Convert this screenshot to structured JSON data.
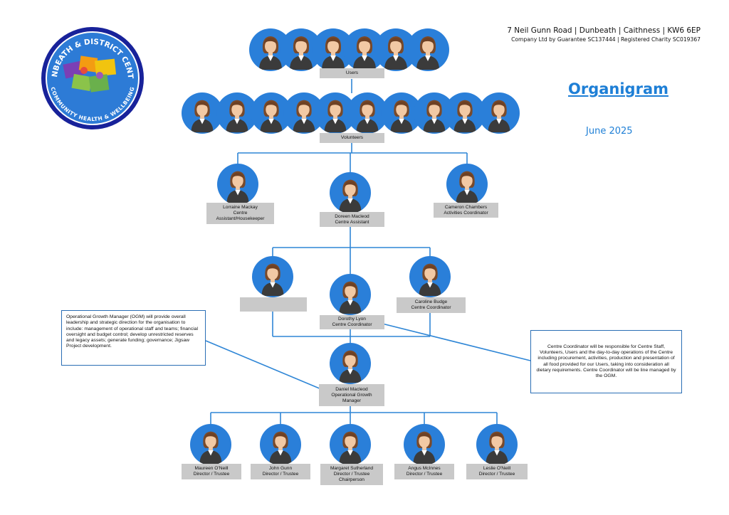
{
  "header": {
    "address": "7 Neil Gunn Road | Dunbeath | Caithness | KW6 6EP",
    "registration": "Company Ltd by Guarantee SC137444 | Registered Charity SC019367"
  },
  "logo": {
    "top_text": "DUNBEATH & DISTRICT CENTRE",
    "bottom_text": "COMMUNITY HEALTH & WELLBEING",
    "colors": [
      "#1a1a9a",
      "#2d7bd6",
      "#f39c12",
      "#8bc34a",
      "#7b3fb5",
      "#f1c40f",
      "#6ab04c"
    ]
  },
  "title": "Organigram",
  "date": "June 2025",
  "colors": {
    "accent": "#1e7fd6",
    "line": "#2f86d6",
    "label_bg": "#c9c9c9",
    "note_border": "#2a6eb5"
  },
  "groups": {
    "users": {
      "label": "Users"
    },
    "volunteers": {
      "label": "Volunteers"
    }
  },
  "staff": {
    "lorraine": {
      "name": "Lorraine Mackay",
      "role_line1": "Centre",
      "role_line2": "Assistant/Housekeeper"
    },
    "doreen": {
      "name": "Doreen Macleod",
      "role": "Centre Assistant"
    },
    "cameron": {
      "name": "Cameron Chambers",
      "role": "Activities Coordinator"
    },
    "vacant": {
      "name": ""
    },
    "dorothy": {
      "name": "Dorothy Lyon",
      "role": "Centre Coordinator"
    },
    "caroline": {
      "name": "Caroline Budge",
      "role": "Centre Coordinator"
    },
    "daniel": {
      "name": "Daniel Macleod",
      "role_line1": "Operational Growth",
      "role_line2": "Manager"
    }
  },
  "trustees": [
    {
      "name": "Maureen O'Neill",
      "role": "Director / Trustee",
      "role2": ""
    },
    {
      "name": "John Gunn",
      "role": "Director / Trustee",
      "role2": ""
    },
    {
      "name": "Margaret Sutherland",
      "role": "Director / Trustee",
      "role2": "Chairperson"
    },
    {
      "name": "Angus McInnes",
      "role": "Director / Trustee",
      "role2": ""
    },
    {
      "name": "Leslie O'Neill",
      "role": "Director / Trustee",
      "role2": ""
    }
  ],
  "notes": {
    "ogm": "Operational Growth Manager (OGM) will provide overall leadership and strategic direction for the organisation to include: management of operational staff and teams; financial oversight and budget control; develop unrestricted reserves and legacy assets; generate funding; governance; Jigsaw Project development.",
    "centre_coordinator": "Centre Coordinator will be responsible for Centre Staff, Volunteers, Users and the day-to-day operations of the Centre including procurement, activities, production and presentation of all food provided for our Users, taking into consideration all dietary requirements. Centre Coordinator will be line managed by the OGM."
  }
}
